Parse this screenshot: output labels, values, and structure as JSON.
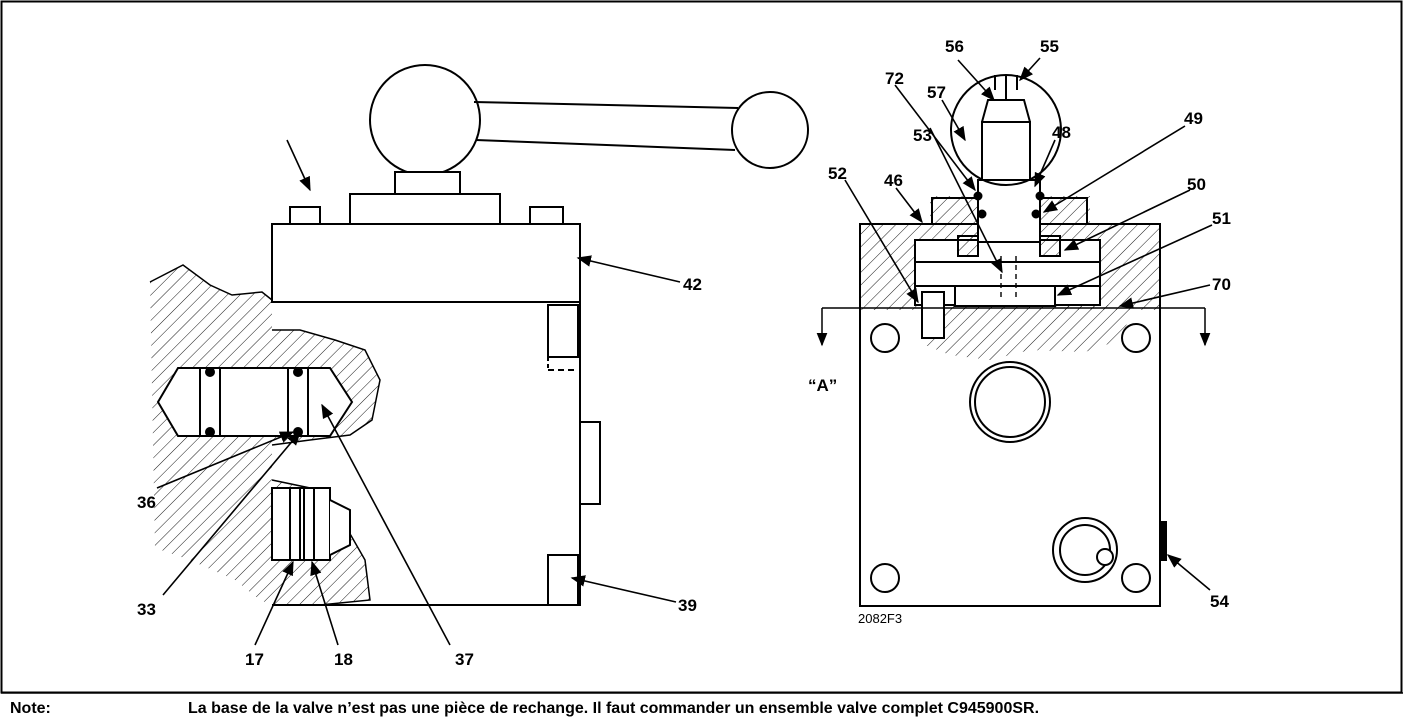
{
  "callouts": [
    "56",
    "55",
    "72",
    "57",
    "48",
    "53",
    "49",
    "52",
    "46",
    "50",
    "51",
    "70",
    "“A”",
    "42",
    "36",
    "33",
    "37",
    "39",
    "17",
    "18",
    "54"
  ],
  "drawing_code": "2082F3",
  "note": {
    "label": "Note:",
    "text": "La base de la valve n’est pas une pièce de rechange. Il faut commander un ensemble valve complet C945900SR."
  }
}
